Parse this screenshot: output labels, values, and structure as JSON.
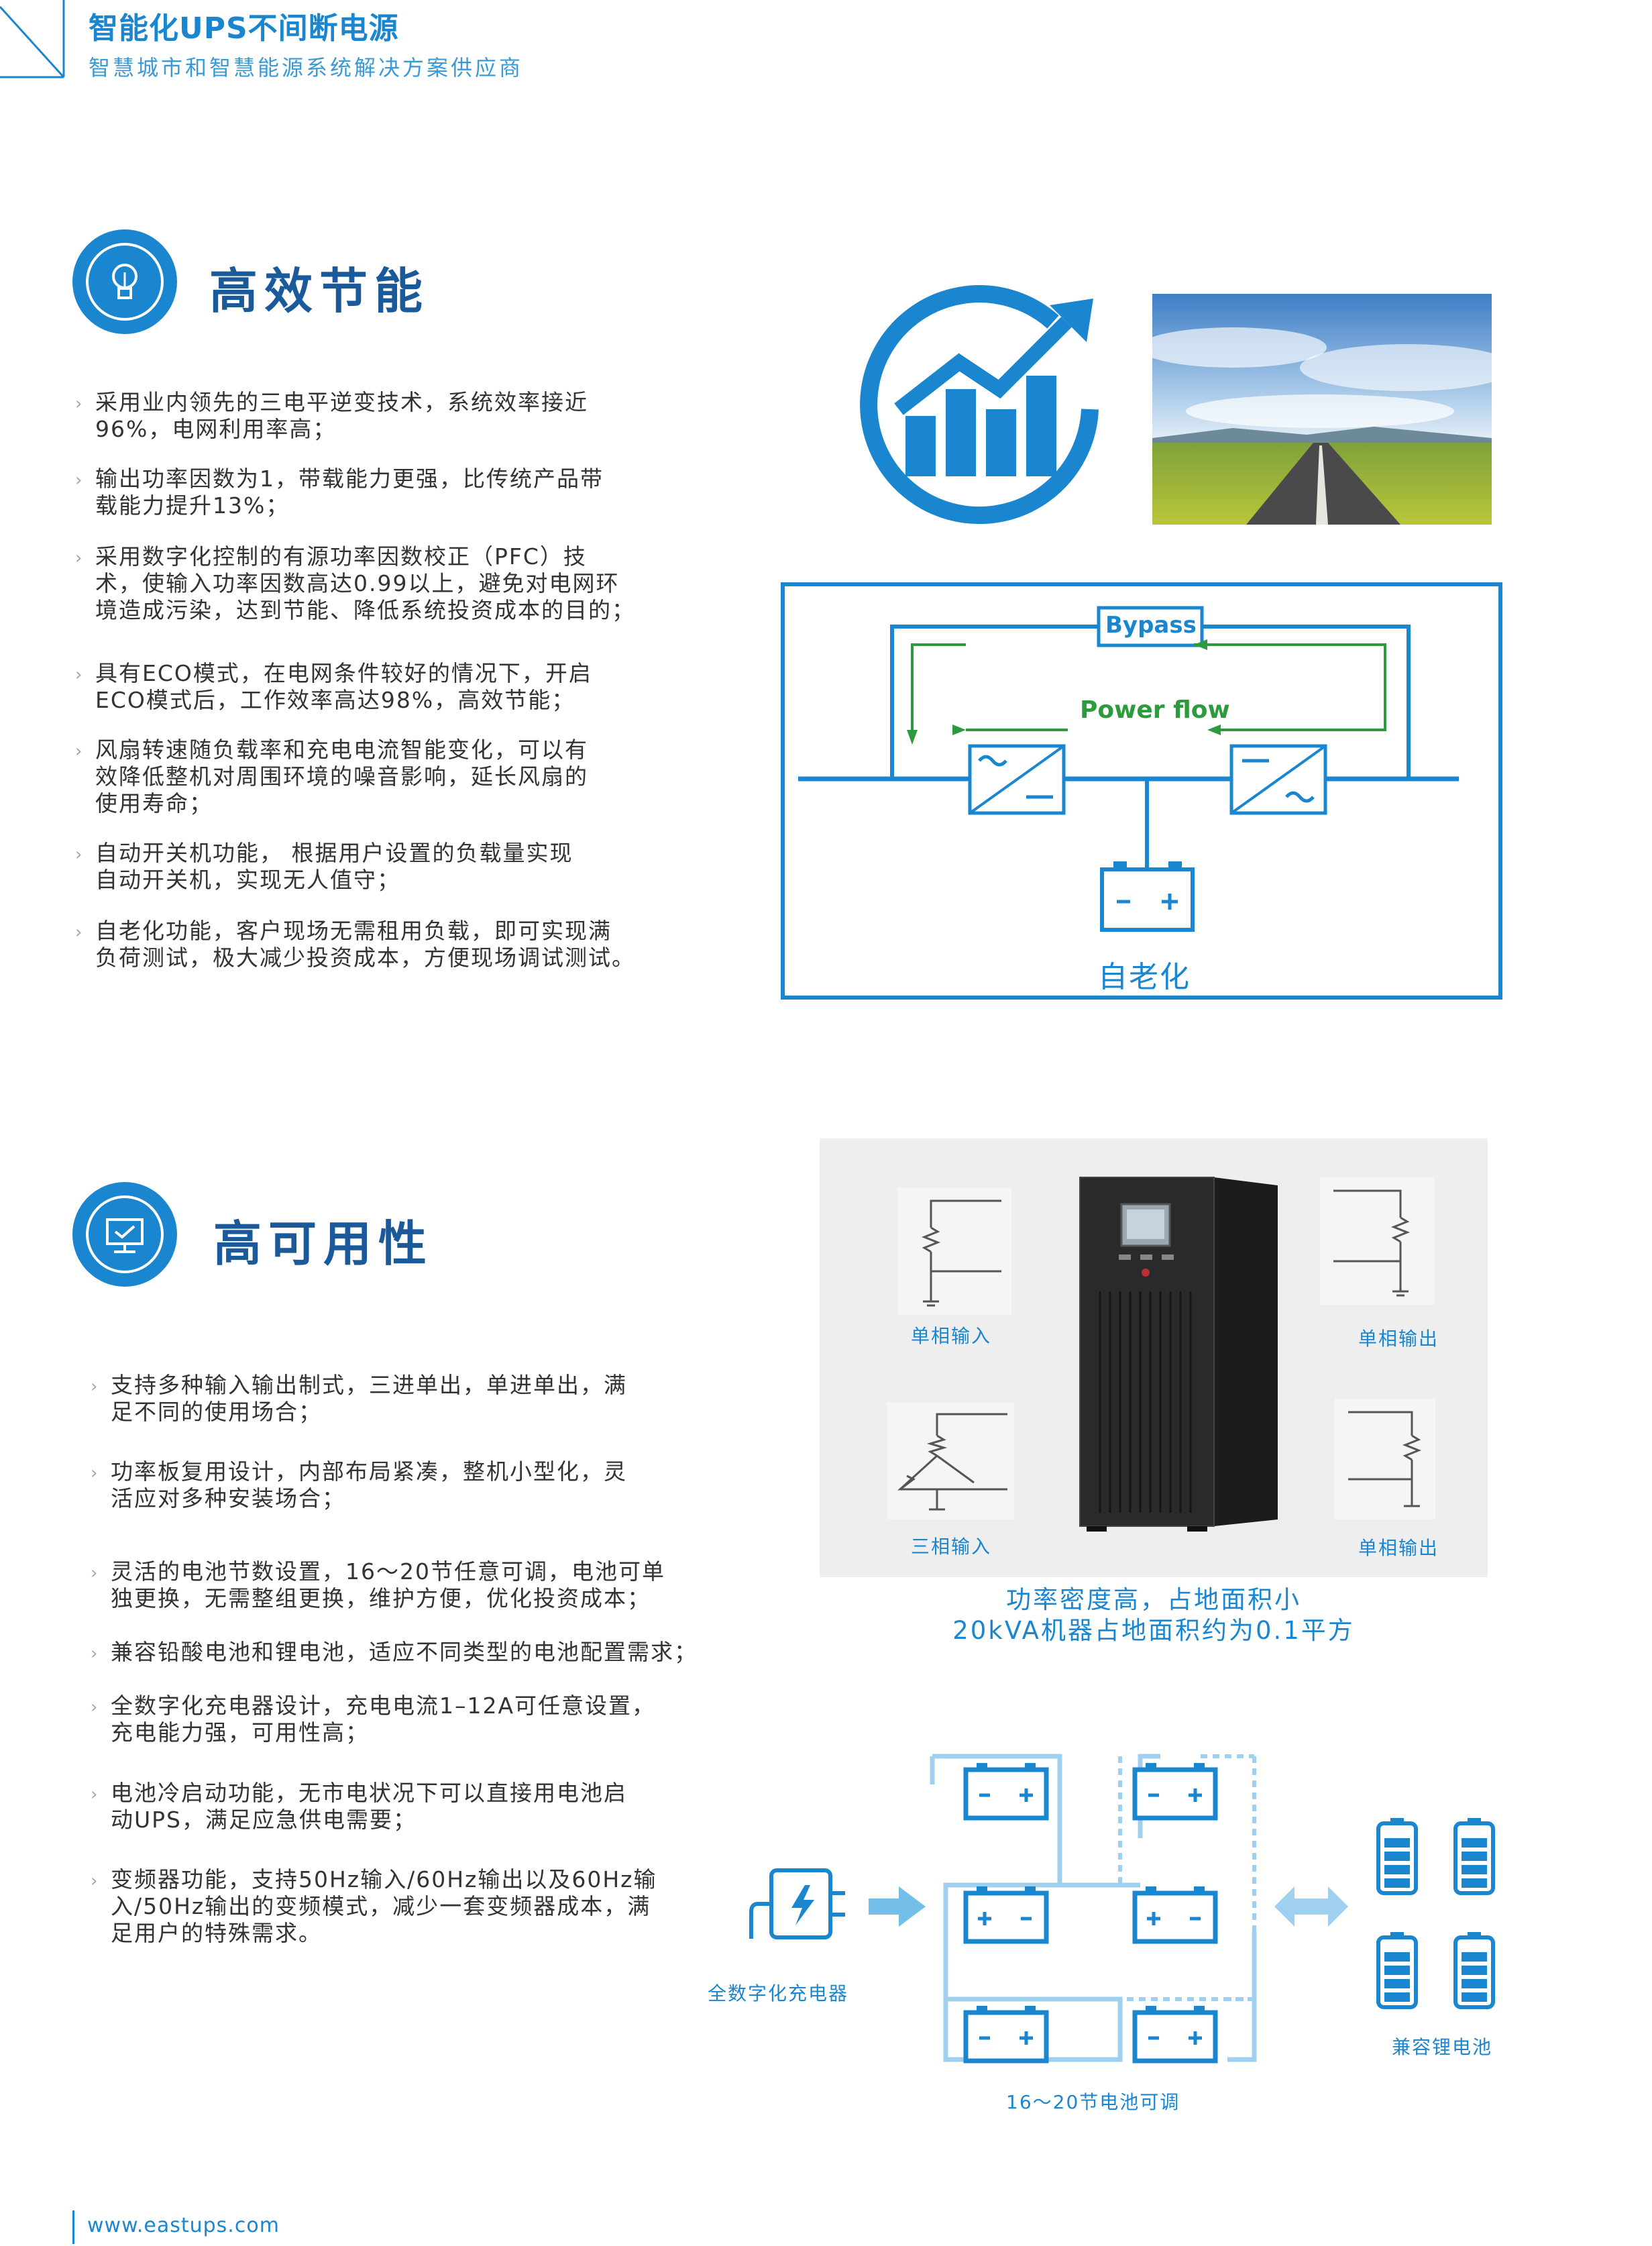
{
  "header": {
    "title": "智能化UPS不间断电源",
    "subtitle": "智慧城市和智慧能源系统解决方案供应商"
  },
  "section1": {
    "title": "高效节能",
    "icon": "lightbulb-icon",
    "bullets": [
      [
        "采用业内领先的三电平逆变技术，系统效率接近",
        "96%，电网利用率高；"
      ],
      [
        "输出功率因数为1，带载能力更强，比传统产品带",
        "载能力提升13%；"
      ],
      [
        "采用数字化控制的有源功率因数校正（PFC）技",
        "术，使输入功率因数高达0.99以上，避免对电网环",
        "境造成污染，达到节能、降低系统投资成本的目的；"
      ],
      [
        "具有ECO模式，在电网条件较好的情况下，开启",
        "ECO模式后，工作效率高达98%，高效节能；"
      ],
      [
        "风扇转速随负载率和充电电流智能变化，可以有",
        "效降低整机对周围环境的噪音影响，延长风扇的",
        "使用寿命；"
      ],
      [
        "自动开关机功能， 根据用户设置的负载量实现",
        "自动开关机，实现无人值守；"
      ],
      [
        "自老化功能，客户现场无需租用负载，即可实现满",
        "负荷测试，极大减少投资成本，方便现场调试测试。"
      ]
    ],
    "diagram": {
      "bypass": "Bypass",
      "power_flow": "Power flow",
      "caption": "自老化"
    }
  },
  "section2": {
    "title": "高可用性",
    "icon": "monitor-icon",
    "bullets": [
      [
        "支持多种输入输出制式，三进单出，单进单出，满",
        "足不同的使用场合；"
      ],
      [
        "功率板复用设计，内部布局紧凑，整机小型化，灵",
        "活应对多种安装场合；"
      ],
      [
        "灵活的电池节数设置，16～20节任意可调，电池可单",
        "独更换，无需整组更换，维护方便，优化投资成本；"
      ],
      [
        "兼容铅酸电池和锂电池，适应不同类型的电池配置需求；"
      ],
      [
        "全数字化充电器设计，充电电流1–12A可任意设置，",
        "充电能力强，可用性高；"
      ],
      [
        "电池冷启动功能，无市电状况下可以直接用电池启",
        "动UPS，满足应急供电需要；"
      ],
      [
        "变频器功能，支持50Hz输入/60Hz输出以及60Hz输",
        "入/50Hz输出的变频模式，减少一套变频器成本，满",
        "足用户的特殊需求。"
      ]
    ],
    "product_labels": {
      "tl": "单相输入",
      "tr": "单相输出",
      "bl": "三相输入",
      "br": "单相输出"
    },
    "caption_lines": [
      "功率密度高，占地面积小",
      "20kVA机器占地面积约为0.1平方"
    ],
    "battery": {
      "charger": "全数字化充电器",
      "count": "16～20节电池可调",
      "lithium": "兼容锂电池"
    }
  },
  "footer": {
    "url": "www.eastups.com"
  }
}
